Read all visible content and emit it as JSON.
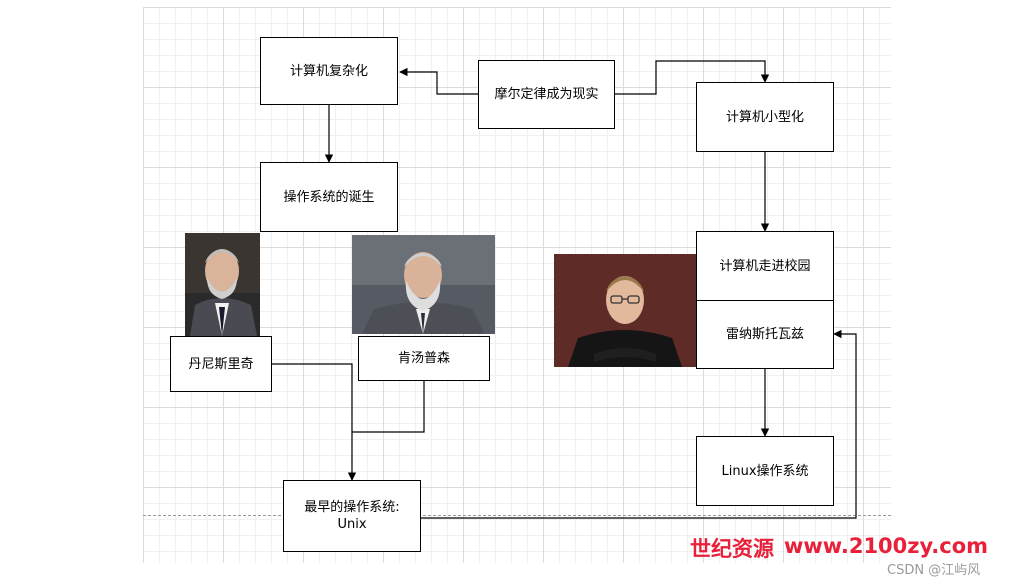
{
  "nodes": {
    "computer_complex": "计算机复杂化",
    "moores_law": "摩尔定律成为现实",
    "computer_miniaturized": "计算机小型化",
    "os_birth": "操作系统的诞生",
    "computer_campus": "计算机走进校园",
    "linus_torvalds": "雷纳斯托瓦兹",
    "linux_os": "Linux操作系统",
    "dennis_ritchie": "丹尼斯里奇",
    "ken_thompson": "肯汤普森",
    "unix_line1": "最早的操作系统:",
    "unix_line2": "Unix"
  },
  "watermark": {
    "cn": "世纪资源",
    "url": "www.2100zy.com",
    "credit": "CSDN @江屿风"
  },
  "colors": {
    "watermark": "#e8203a",
    "border": "#000000",
    "grid": "#dcdcdc"
  }
}
